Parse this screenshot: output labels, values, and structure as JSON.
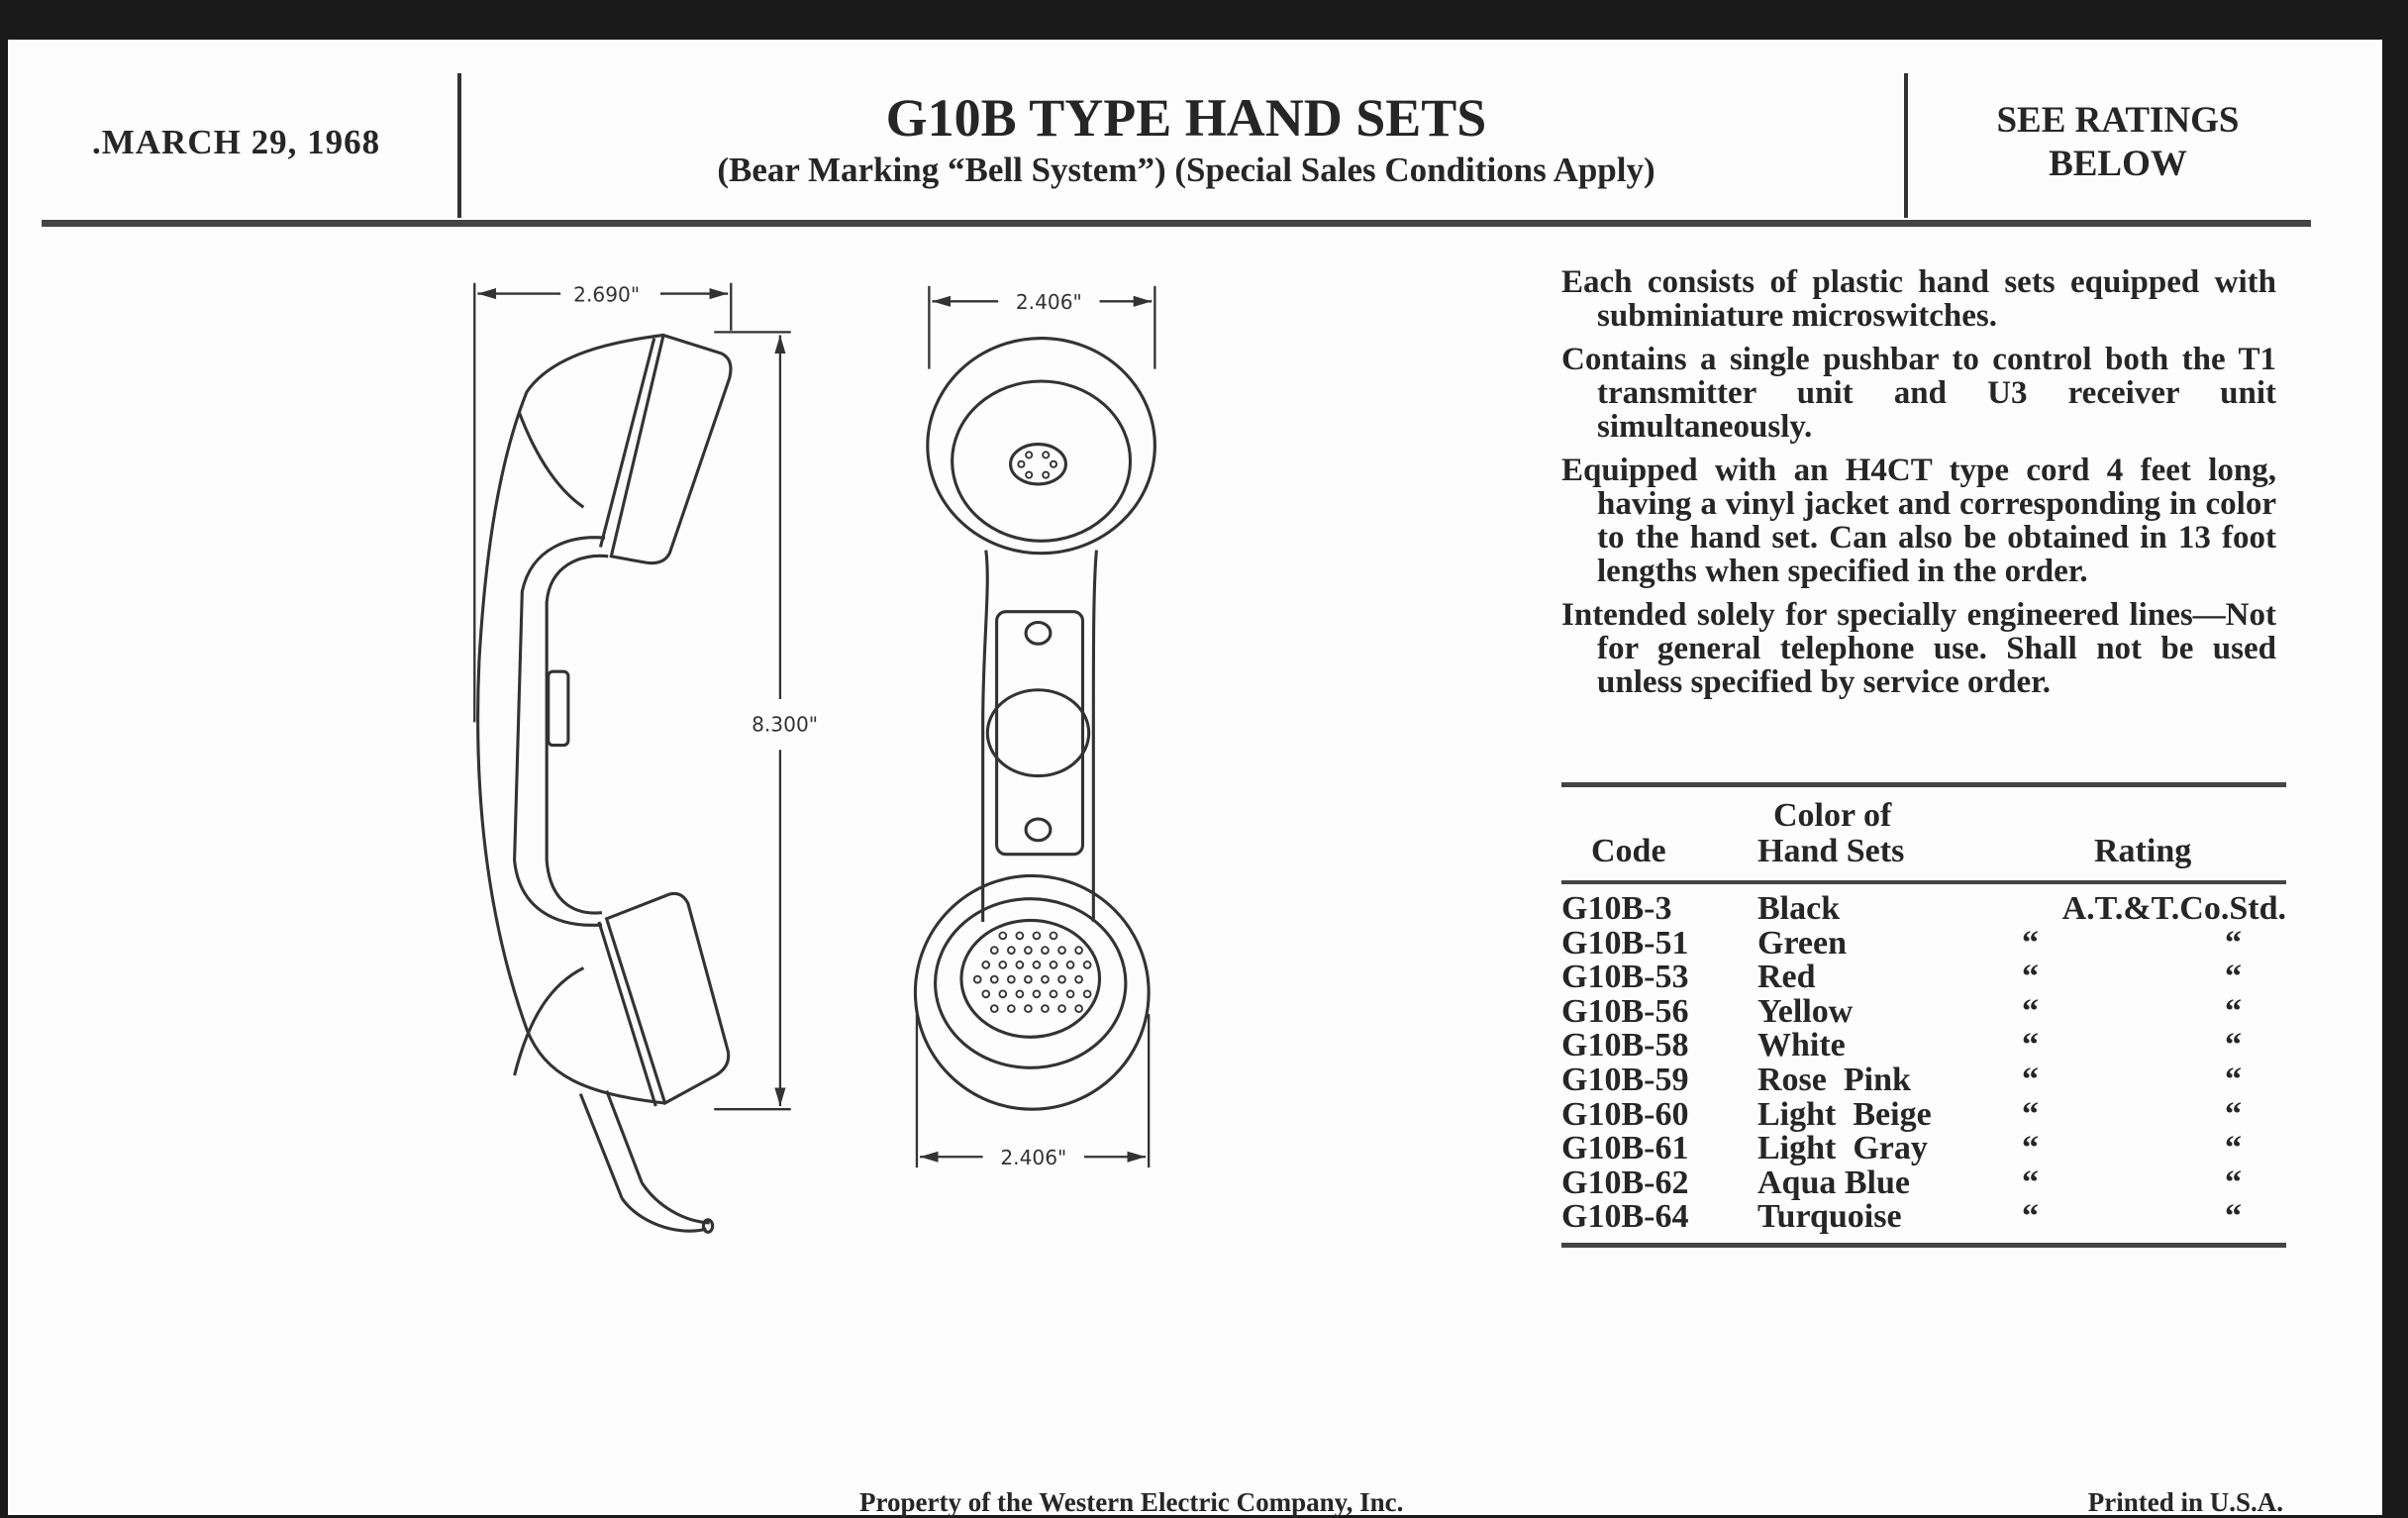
{
  "header": {
    "date": ".MARCH 29, 1968",
    "title": "G10B TYPE HAND SETS",
    "subtitle": "(Bear Marking “Bell System”)  (Special Sales Conditions Apply)",
    "ratings_line1": "SEE RATINGS",
    "ratings_line2": "BELOW"
  },
  "drawing": {
    "side_width": "2.690\"",
    "side_height": "8.300\"",
    "front_top_width": "2.406\"",
    "front_bottom_width": "2.406\""
  },
  "description": [
    "Each consists of plastic hand sets equipped with subminiature microswitches.",
    "Contains a single pushbar to control both the T1 transmitter unit and U3 receiver unit simultaneously.",
    "Equipped with an H4CT type cord 4 feet long, having a vinyl jacket and corresponding in color to the hand set. Can also be obtained in 13 foot lengths when specified in the order.",
    "Intended solely for specially engineered lines—Not for general telephone use. Shall not be used unless specified by service order."
  ],
  "table": {
    "headers": {
      "code": "Code",
      "color_line1": "Color of",
      "color_line2": "Hand Sets",
      "rating": "Rating"
    },
    "rows": [
      {
        "code": "G10B-3",
        "color": "Black",
        "rating": "A.T.&T.Co.Std."
      },
      {
        "code": "G10B-51",
        "color": "Green",
        "rating": [
          "“",
          "“"
        ]
      },
      {
        "code": "G10B-53",
        "color": "Red",
        "rating": [
          "“",
          "“"
        ]
      },
      {
        "code": "G10B-56",
        "color": "Yellow",
        "rating": [
          "“",
          "“"
        ]
      },
      {
        "code": "G10B-58",
        "color": "White",
        "rating": [
          "“",
          "“"
        ]
      },
      {
        "code": "G10B-59",
        "color": "Rose  Pink",
        "rating": [
          "“",
          "“"
        ]
      },
      {
        "code": "G10B-60",
        "color": "Light  Beige",
        "rating": [
          "“",
          "“"
        ]
      },
      {
        "code": "G10B-61",
        "color": "Light  Gray",
        "rating": [
          "“",
          "“"
        ]
      },
      {
        "code": "G10B-62",
        "color": "Aqua Blue",
        "rating": [
          "“",
          "“"
        ]
      },
      {
        "code": "G10B-64",
        "color": "Turquoise",
        "rating": [
          "“",
          "“"
        ]
      }
    ]
  },
  "footer": {
    "property": "Property of the Western Electric Company, Inc.",
    "printed": "Printed in U.S.A."
  }
}
